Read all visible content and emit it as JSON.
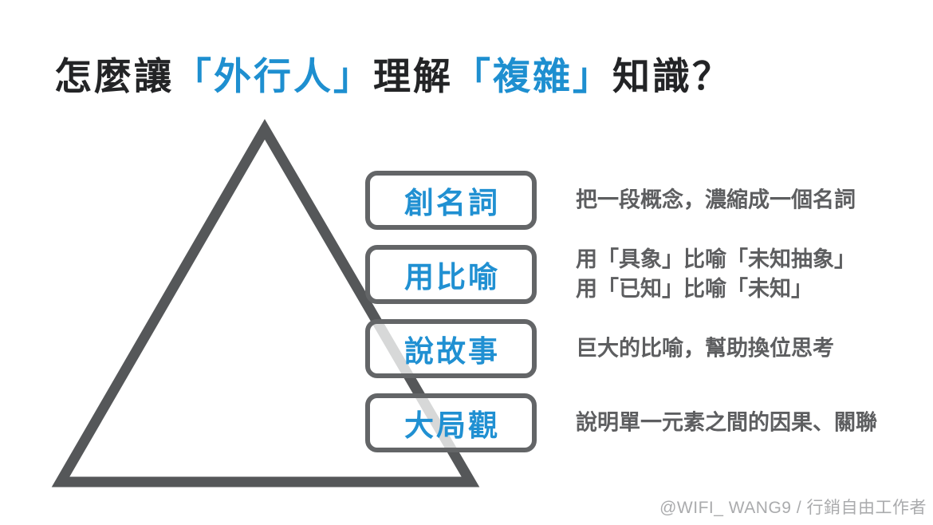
{
  "header": {
    "title_full": "怎麼讓「外行人」理解「複雜」知識？",
    "segments": [
      {
        "text": "怎麼讓",
        "tone": "dark"
      },
      {
        "text": "「外行人」",
        "tone": "blue"
      },
      {
        "text": "理解",
        "tone": "dark"
      },
      {
        "text": "「複雜」",
        "tone": "blue"
      },
      {
        "text": "知識？",
        "tone": "dark"
      }
    ]
  },
  "pyramid": {
    "levels": [
      {
        "label": "創名詞",
        "description_lines": [
          "把一段概念，濃縮成一個名詞"
        ]
      },
      {
        "label": "用比喻",
        "description_lines": [
          "用「具象」比喻「未知抽象」",
          "用「已知」比喻「未知」"
        ]
      },
      {
        "label": "說故事",
        "description_lines": [
          "巨大的比喻，幫助換位思考"
        ]
      },
      {
        "label": "大局觀",
        "description_lines": [
          "說明單一元素之間的因果、關聯"
        ]
      }
    ]
  },
  "footer": {
    "credit": "@WIFI_ WANG9 / 行銷自由工作者"
  },
  "colors": {
    "accent_blue": "#1E8FD0",
    "title_dark": "#232426",
    "triangle_gray": "#555759",
    "box_border_gray": "#636567",
    "description_gray": "#5D5E60",
    "credit_gray": "#AAABAD",
    "background": "#FFFFFF"
  }
}
